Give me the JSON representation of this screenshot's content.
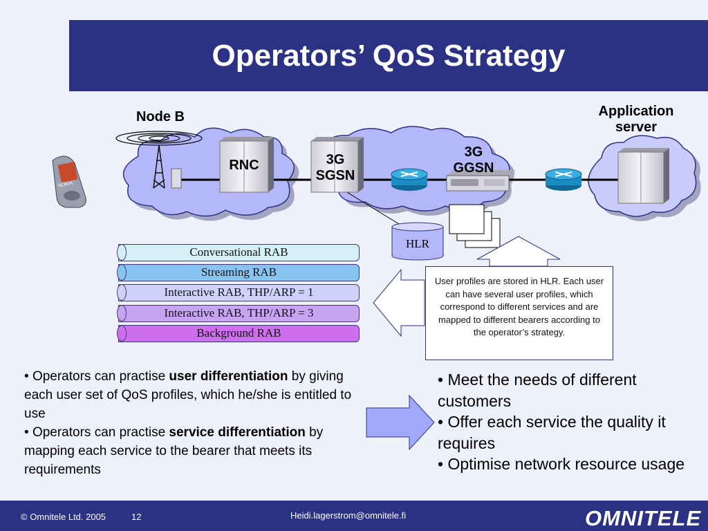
{
  "slide": {
    "title": "Operators’ QoS Strategy"
  },
  "diagram": {
    "node_b": "Node B",
    "application_server": "Application server",
    "rnc": "RNC",
    "sgsn_line1": "3G",
    "sgsn_line2": "SGSN",
    "ggsn_line1": "3G",
    "ggsn_line2": "GGSN",
    "hlr": "HLR",
    "phone_brand": "NOKIA",
    "hlr_note": "User profiles are stored in HLR. Each user can have several user profiles, which correspond to different services and are mapped to different bearers according to the operator’s strategy."
  },
  "rabs": [
    {
      "label": "Conversational RAB",
      "color": "#d6f0f8"
    },
    {
      "label": "Streaming RAB",
      "color": "#88c4f2"
    },
    {
      "label": "Interactive RAB, THP/ARP = 1",
      "color": "#ced2fb"
    },
    {
      "label": "Interactive RAB, THP/ARP = 3",
      "color": "#c6a4f2"
    },
    {
      "label": "Background RAB",
      "color": "#d06ef0"
    }
  ],
  "left_bullets": {
    "b1_prefix": "Operators can practise ",
    "b1_bold": "user differentiation",
    "b1_suffix": " by giving each user set of QoS profiles, which he/she is entitled to use",
    "b2_prefix": "Operators can practise ",
    "b2_bold": "service differentiation",
    "b2_suffix": " by mapping each service to the bearer that meets its requirements"
  },
  "right_bullets": [
    "Meet the needs of different customers",
    "Offer each service the quality it requires",
    "Optimise network resource usage"
  ],
  "footer": {
    "copyright": "© Omnitele Ltd. 2005",
    "page": "12",
    "email": "Heidi.lagerstrom@omnitele.fi",
    "logo": "OMNITELE"
  },
  "colors": {
    "title_bar": "#2b3183",
    "cloud_fill": "#b4b8f8",
    "cloud_stroke": "#2b3183",
    "router": "#1b8dc4",
    "arrow_fill": "#9fa9f7"
  }
}
